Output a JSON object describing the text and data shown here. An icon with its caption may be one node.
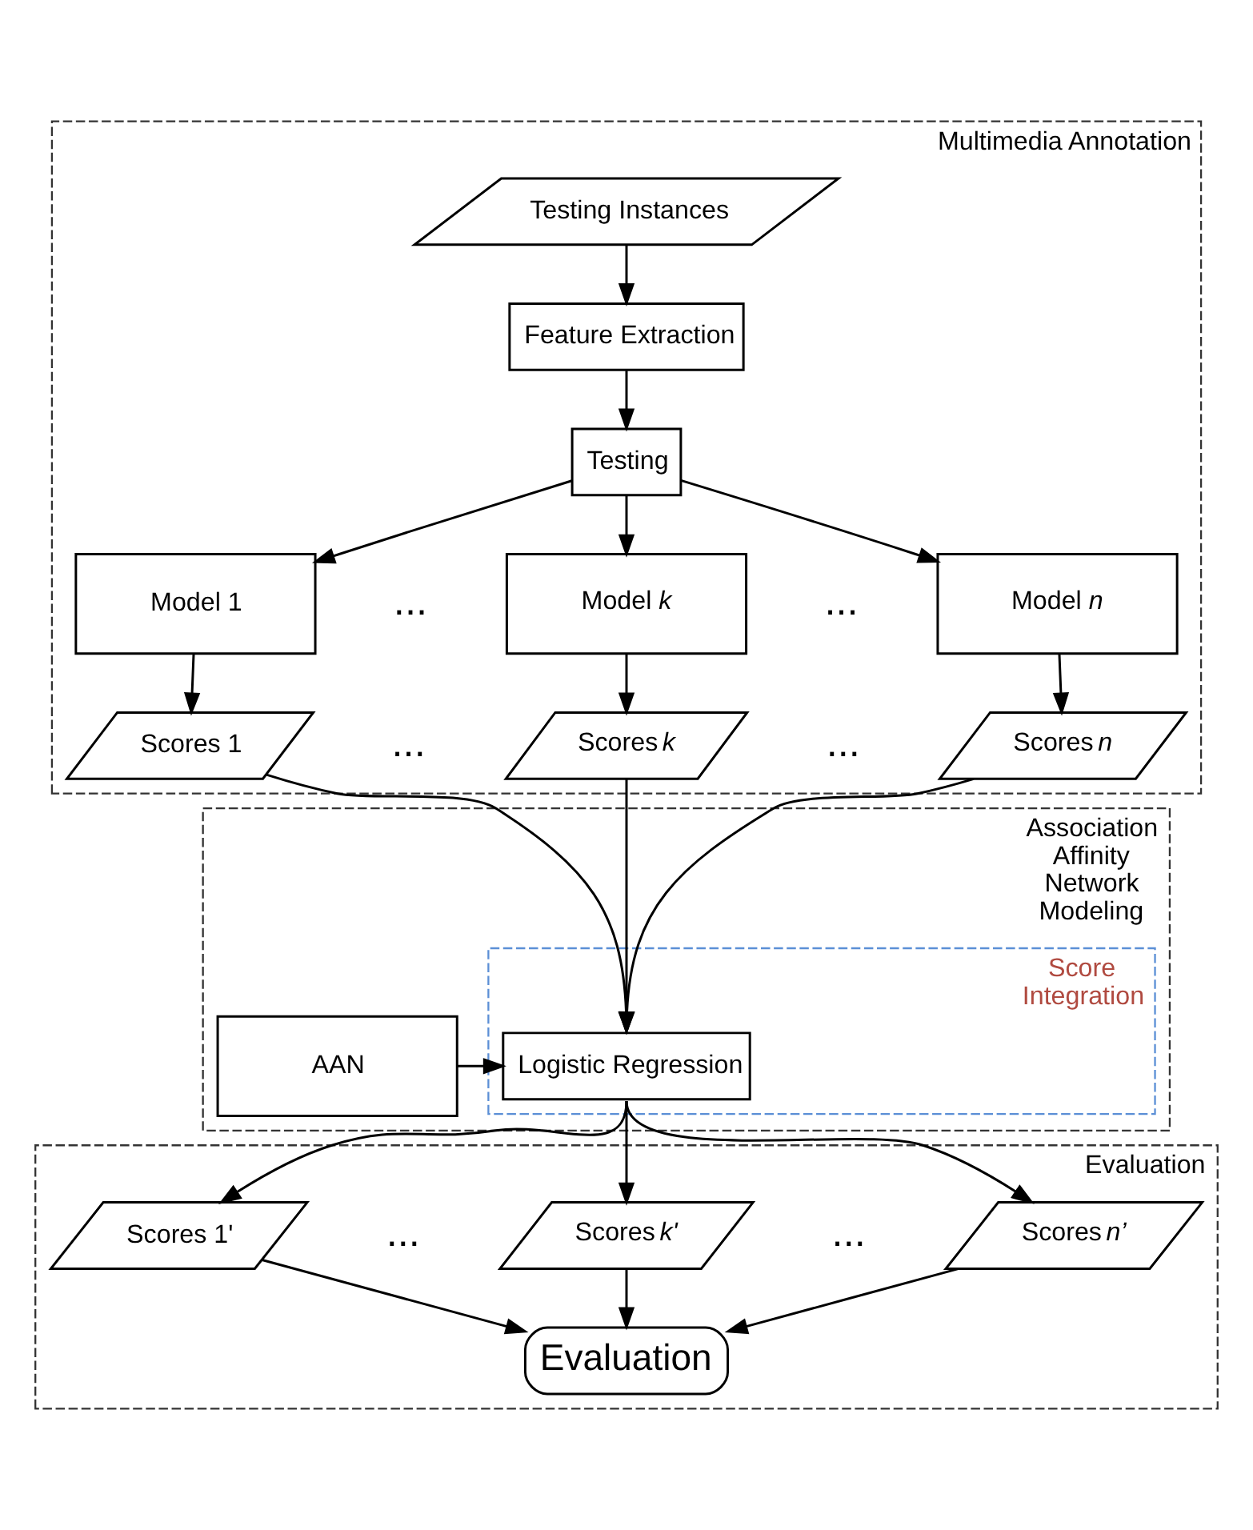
{
  "diagram": {
    "nodes": [
      {
        "text": [
          "Multimedia Annotation"
        ]
      },
      {
        "text": [
          "Testing Instances"
        ],
        "in": 0
      },
      {
        "text": [
          "Feature Extraction"
        ],
        "in": 0
      },
      {
        "text": [
          "Testing"
        ],
        "in": 0
      },
      {
        "text": [
          "Model 1"
        ],
        "in": 0
      },
      {
        "text": [
          "Model *k*"
        ],
        "in": 0
      },
      {
        "text": [
          "Model *n*"
        ],
        "in": 0
      },
      {
        "text": [
          "Scores 1"
        ],
        "in": 0
      },
      {
        "text": [
          "Scores *k*"
        ],
        "in": 0
      },
      {
        "text": [
          "Scores *n*"
        ],
        "in": 0
      },
      {
        "text": [
          "Association Affinity Network Modeling"
        ]
      },
      {
        "text": [
          "AAN"
        ],
        "in": 10
      },
      {
        "text": [
          "Score Integration"
        ],
        "in": 10
      },
      {
        "text": [
          "Logistic Regression"
        ],
        "in": 12
      },
      {
        "text": [
          "Evaluation"
        ]
      },
      {
        "text": [
          "Scores 1'"
        ],
        "in": 14
      },
      {
        "text": [
          "Scores *k'*"
        ],
        "in": 14
      },
      {
        "text": [
          "Scores *n’*"
        ],
        "in": 14
      },
      {
        "text": [
          "Evaluation"
        ],
        "in": 14
      }
    ],
    "edges": [
      {
        "from": 1,
        "to": 2,
        "arrow": "to"
      },
      {
        "from": 2,
        "to": 3,
        "arrow": "to"
      },
      {
        "from": 3,
        "to": 4,
        "arrow": "to"
      },
      {
        "from": 3,
        "to": 5,
        "arrow": "to"
      },
      {
        "from": 3,
        "to": 6,
        "arrow": "to"
      },
      {
        "from": 4,
        "to": 7,
        "arrow": "to"
      },
      {
        "from": 5,
        "to": 8,
        "arrow": "to"
      },
      {
        "from": 6,
        "to": 9,
        "arrow": "to"
      },
      {
        "from": 7,
        "to": 13,
        "arrow": "to"
      },
      {
        "from": 8,
        "to": 13,
        "arrow": "to"
      },
      {
        "from": 9,
        "to": 13,
        "arrow": "to"
      },
      {
        "from": 11,
        "to": 13,
        "arrow": "to"
      },
      {
        "from": 13,
        "to": 15,
        "arrow": "to"
      },
      {
        "from": 13,
        "to": 16,
        "arrow": "to"
      },
      {
        "from": 13,
        "to": 17,
        "arrow": "to"
      },
      {
        "from": 15,
        "to": 18,
        "arrow": "to"
      },
      {
        "from": 16,
        "to": 18,
        "arrow": "to"
      },
      {
        "from": 17,
        "to": 18,
        "arrow": "to"
      }
    ],
    "labels": [
      "...",
      "...",
      "...",
      "...",
      "...",
      "..."
    ]
  }
}
